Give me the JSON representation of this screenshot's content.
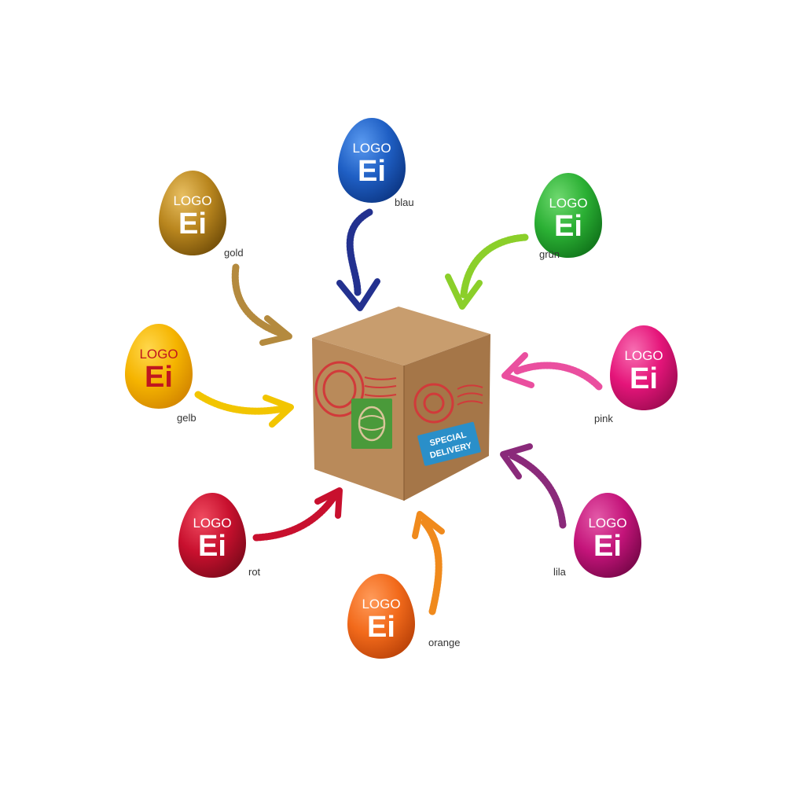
{
  "logo": {
    "small": "LOGO",
    "big": "Ei"
  },
  "eggs": [
    {
      "id": "blau",
      "label": "blau",
      "color": "#1f5fc4",
      "dark": "#0e3a8a",
      "light": "#5a9af0",
      "arrow": "#23318f",
      "logoText": "#ffffff"
    },
    {
      "id": "gruen",
      "label": "grün",
      "color": "#2bb034",
      "dark": "#137a1d",
      "light": "#6fd86f",
      "arrow": "#8bcf2a",
      "logoText": "#ffffff"
    },
    {
      "id": "gold",
      "label": "gold",
      "color": "#b9861e",
      "dark": "#7a540b",
      "light": "#e8bf62",
      "arrow": "#b48a3e",
      "logoText": "#ffffff"
    },
    {
      "id": "pink",
      "label": "pink",
      "color": "#e5157a",
      "dark": "#a50c55",
      "light": "#f76fb2",
      "arrow": "#ea4f9f",
      "logoText": "#ffffff"
    },
    {
      "id": "gelb",
      "label": "gelb",
      "color": "#f5b400",
      "dark": "#d68a00",
      "light": "#ffd84d",
      "arrow": "#f2c500",
      "logoText": "#c0171f"
    },
    {
      "id": "lila",
      "label": "lila",
      "color": "#c4147a",
      "dark": "#80084e",
      "light": "#e35aa8",
      "arrow": "#8a2a7a",
      "logoText": "#ffffff"
    },
    {
      "id": "rot",
      "label": "rot",
      "color": "#c8102e",
      "dark": "#860a1d",
      "light": "#ef4b60",
      "arrow": "#c8102e",
      "logoText": "#ffffff"
    },
    {
      "id": "orange",
      "label": "orange",
      "color": "#f26a1b",
      "dark": "#c0460a",
      "light": "#ff9b5a",
      "arrow": "#f08a1c",
      "logoText": "#ffffff"
    }
  ],
  "box": {
    "color_front": "#b98a5a",
    "color_side": "#a57648",
    "color_top": "#c89d6e",
    "stamp_left_color": "#d13a3a",
    "stamp_green_color": "#4a9a3a",
    "stamp_right_color": "#d13a3a",
    "label_color": "#2a8fc9",
    "label_line1": "SPECIAL",
    "label_line2": "DELIVERY"
  }
}
